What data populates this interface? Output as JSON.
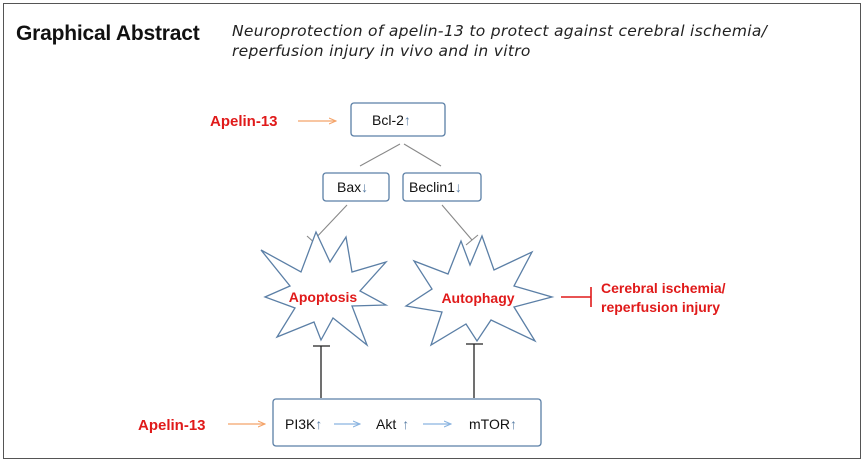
{
  "header": {
    "label": "Graphical Abstract",
    "title_line1": "Neuroprotection of apelin-13 to protect against cerebral ischemia/",
    "title_line2": "reperfusion injury in vivo and in vitro"
  },
  "nodes": {
    "apelin_top": "Apelin-13",
    "bcl2": "Bcl-2",
    "bax": "Bax",
    "beclin": "Beclin1",
    "apoptosis": "Apoptosis",
    "autophagy": "Autophagy",
    "injury_line1": "Cerebral ischemia/",
    "injury_line2": "reperfusion injury",
    "apelin_bottom": "Apelin-13",
    "pi3k": "PI3K",
    "akt": "Akt",
    "mtor": "mTOR"
  },
  "glyphs": {
    "up": "↑",
    "down": "↓"
  },
  "colors": {
    "red": "#e01a1a",
    "box_border": "#5b7fa6",
    "orange_arrow": "#f4a46a",
    "blue_arrow": "#8ab4e0"
  }
}
